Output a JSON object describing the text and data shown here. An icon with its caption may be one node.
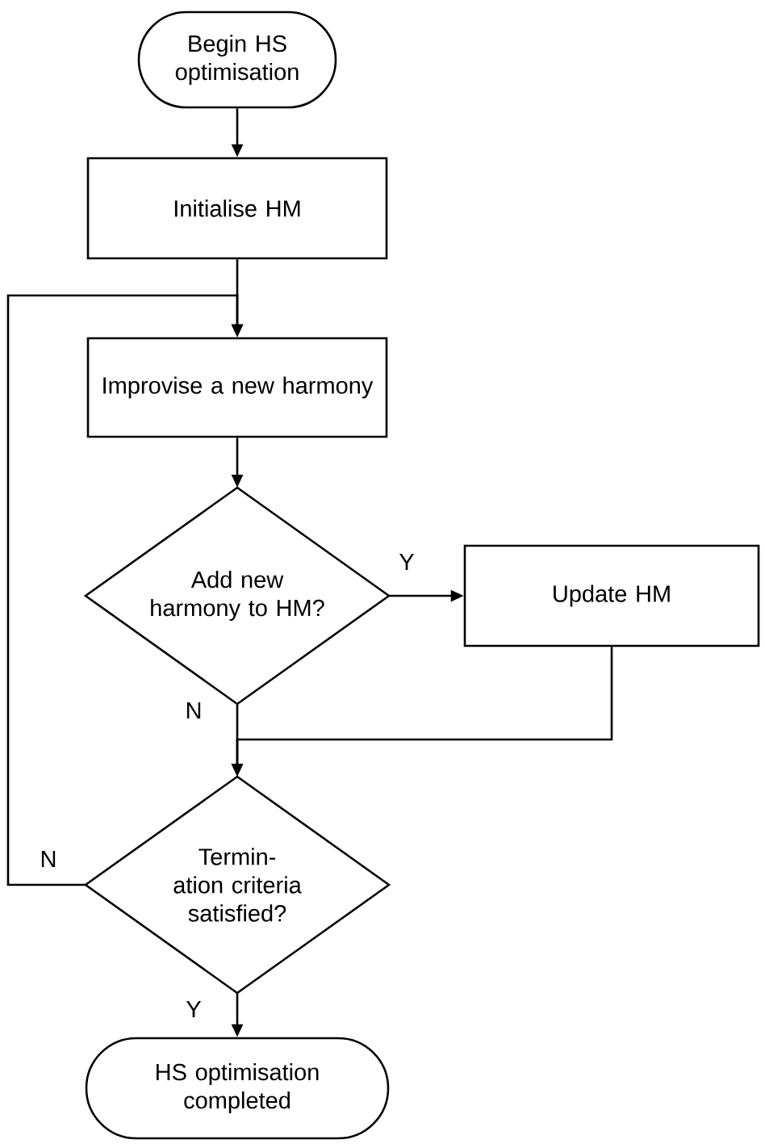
{
  "diagram": {
    "nodes": [
      {
        "text": [
          "Begin HS optimisation"
        ]
      },
      {
        "text": [
          "Initialise HM"
        ]
      },
      {
        "text": [
          "Improvise a new harmony"
        ]
      },
      {
        "text": [
          "Add new harmony to HM?"
        ]
      },
      {
        "text": [
          "Update HM"
        ]
      },
      {
        "text": [
          "Termin-ation criteria satisfied?"
        ]
      },
      {
        "text": [
          "HS optimisation completed"
        ]
      }
    ],
    "edges": [
      {
        "from": 0,
        "to": 1,
        "arrow": "to"
      },
      {
        "from": 1,
        "to": 2,
        "arrow": "to"
      },
      {
        "from": 2,
        "to": 3,
        "arrow": "to"
      },
      {
        "from": 3,
        "to": 4,
        "arrow": "to",
        "label": "Y"
      },
      {
        "from": 3,
        "to": 5,
        "arrow": "to",
        "label": "N"
      },
      {
        "from": 4,
        "to": 5,
        "arrow": "to"
      },
      {
        "from": 5,
        "to": 2,
        "arrow": "to",
        "label": "N"
      },
      {
        "from": 5,
        "to": 6,
        "arrow": "to",
        "label": "Y"
      }
    ]
  }
}
